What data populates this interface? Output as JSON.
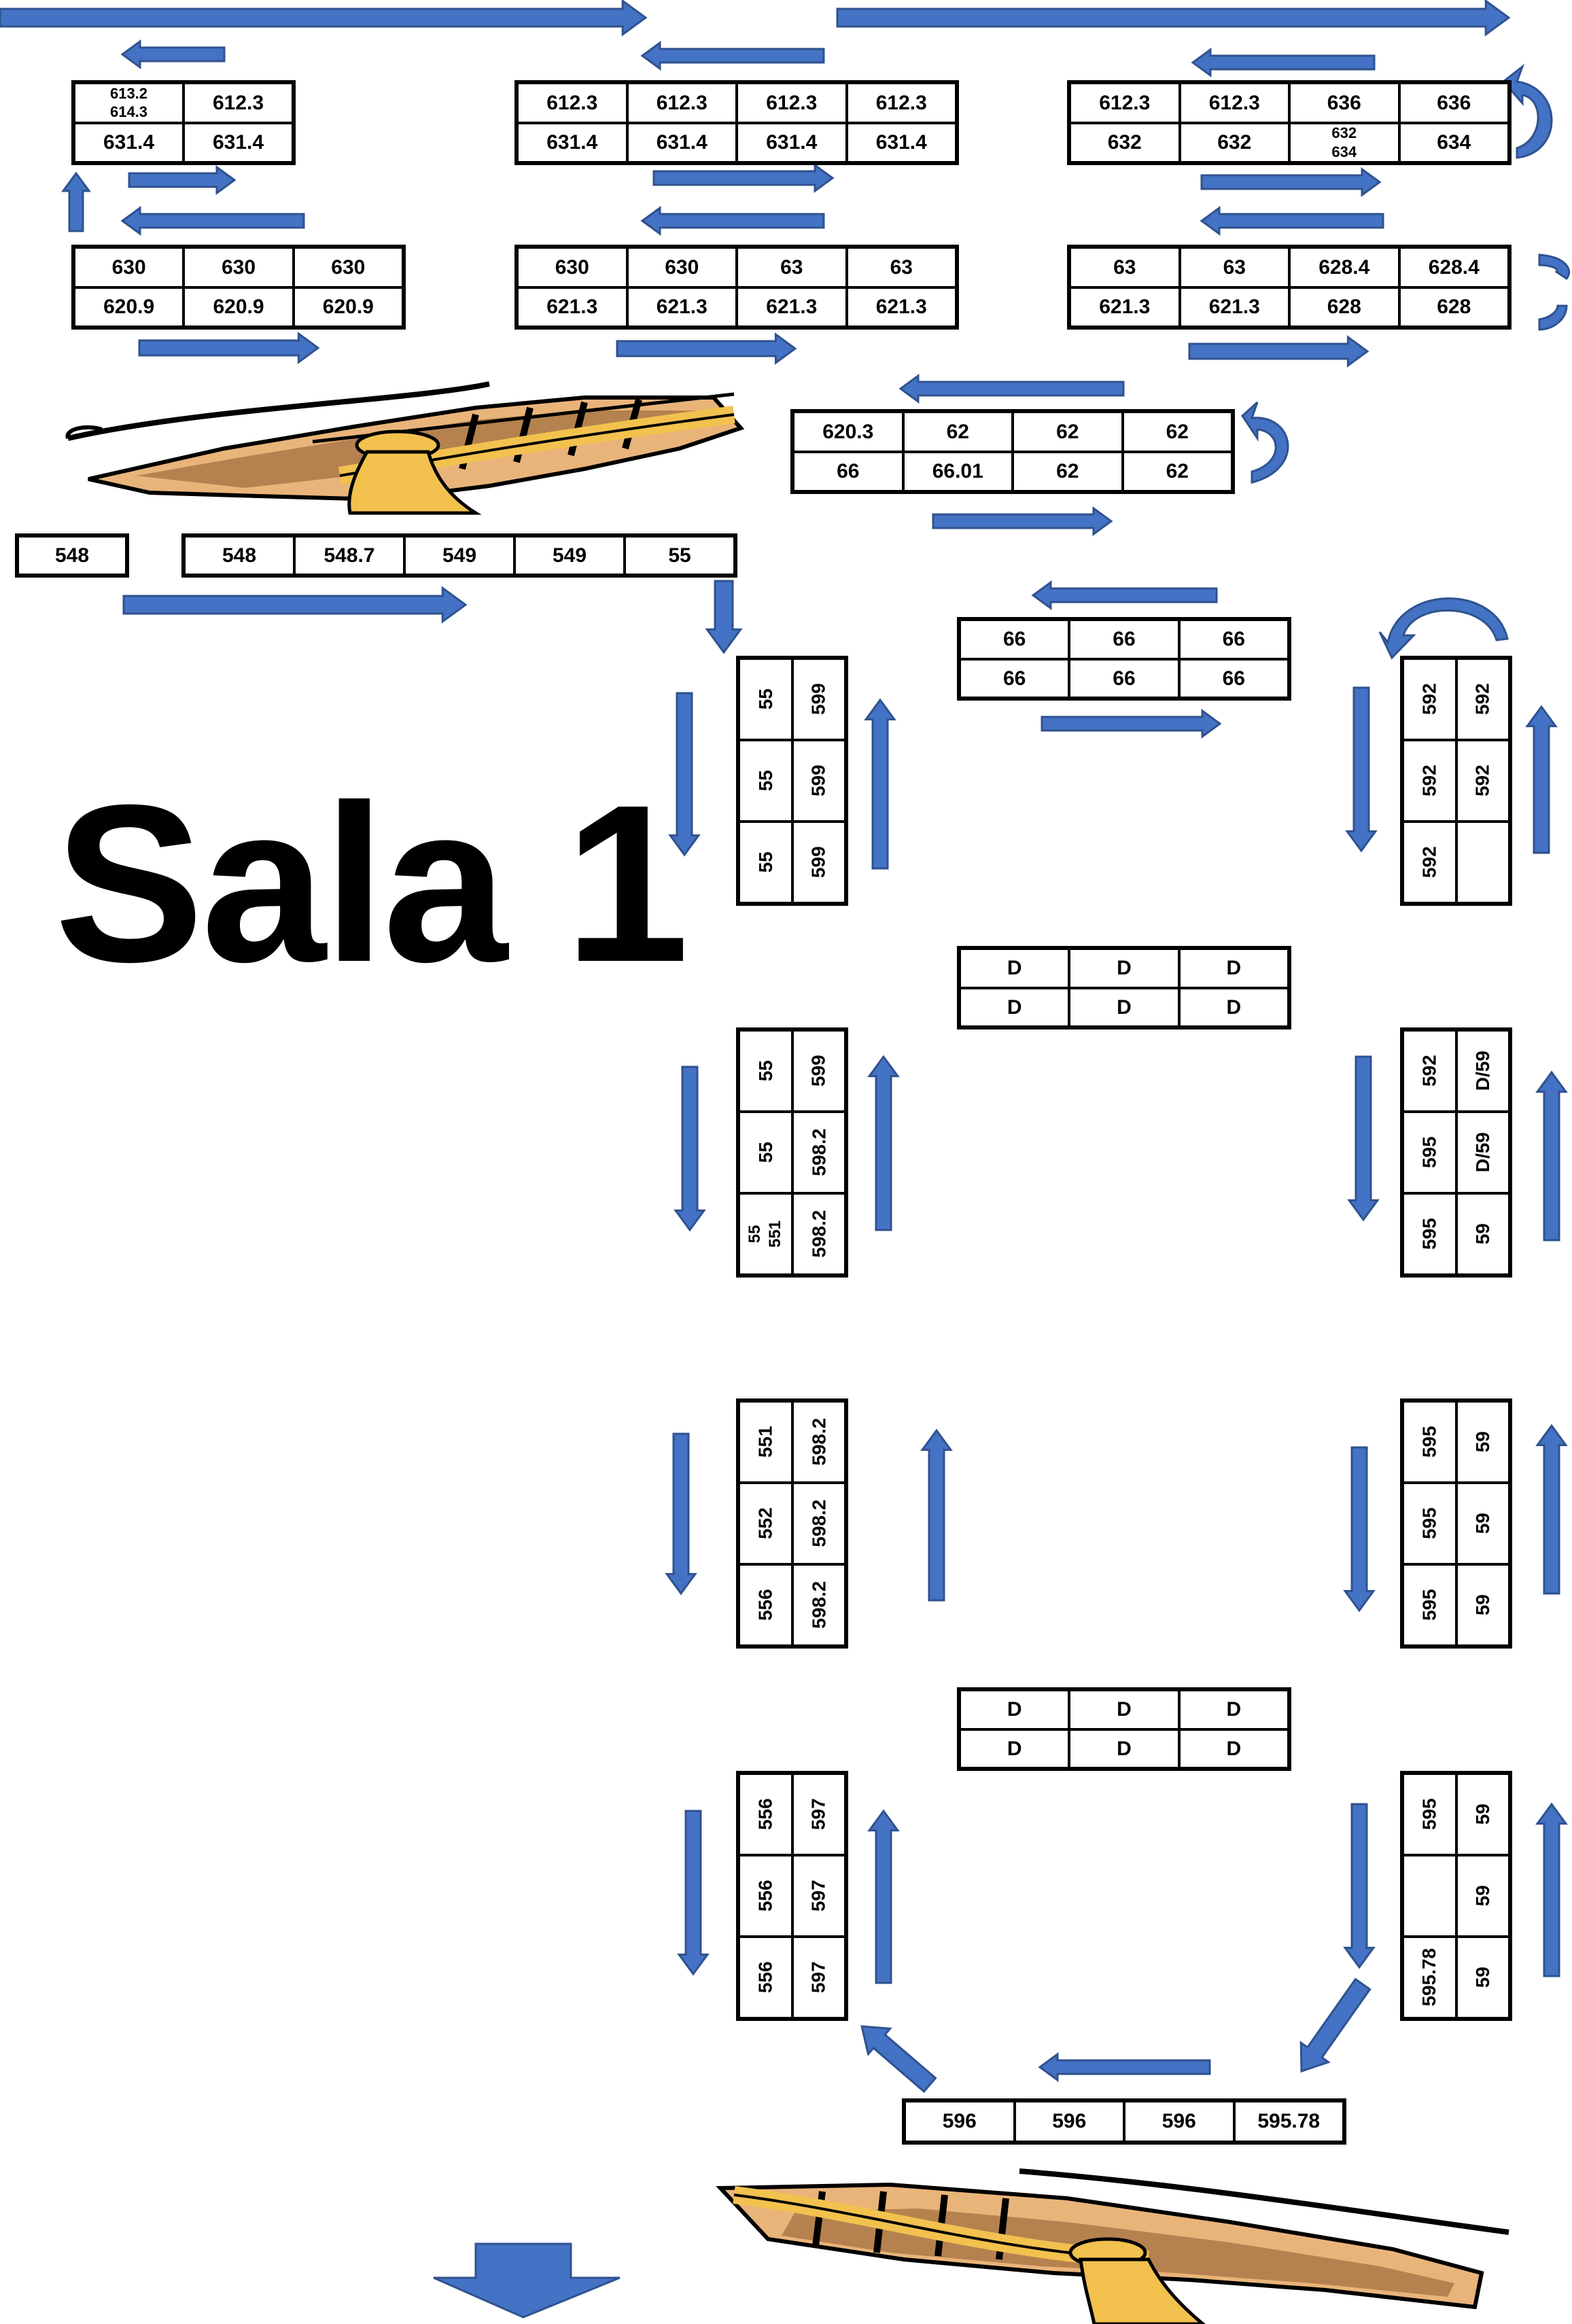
{
  "title": "Sala 1",
  "colors": {
    "arrow": "#4472C4",
    "border": "#000000",
    "wood_light": "#E9B47A",
    "wood_dark": "#8B5A2B",
    "rail": "#F2C14E"
  },
  "shelves": {
    "r1a": {
      "rows": [
        [
          "613.2|614.3",
          "612.3"
        ],
        [
          "631.4",
          "631.4"
        ]
      ]
    },
    "r1b": {
      "rows": [
        [
          "612.3",
          "612.3",
          "612.3",
          "612.3"
        ],
        [
          "631.4",
          "631.4",
          "631.4",
          "631.4"
        ]
      ]
    },
    "r1c": {
      "rows": [
        [
          "612.3",
          "612.3",
          "636",
          "636"
        ],
        [
          "632",
          "632",
          "632|634",
          "634"
        ]
      ]
    },
    "r2a": {
      "rows": [
        [
          "630",
          "630",
          "630"
        ],
        [
          "620.9",
          "620.9",
          "620.9"
        ]
      ]
    },
    "r2b": {
      "rows": [
        [
          "630",
          "630",
          "63",
          "63"
        ],
        [
          "621.3",
          "621.3",
          "621.3",
          "621.3"
        ]
      ]
    },
    "r2c": {
      "rows": [
        [
          "63",
          "63",
          "628.4",
          "628.4"
        ],
        [
          "621.3",
          "621.3",
          "628",
          "628"
        ]
      ]
    },
    "r3": {
      "rows": [
        [
          "620.3",
          "62",
          "62",
          "62"
        ],
        [
          "66",
          "66.01",
          "62",
          "62"
        ]
      ]
    },
    "r4_single": {
      "rows": [
        [
          "548"
        ]
      ]
    },
    "r4": {
      "rows": [
        [
          "548",
          "548.7",
          "549",
          "549",
          "55"
        ]
      ]
    },
    "r5": {
      "rows": [
        [
          "66",
          "66",
          "66"
        ],
        [
          "66",
          "66",
          "66"
        ]
      ]
    },
    "d1": {
      "rows": [
        [
          "D",
          "D",
          "D"
        ],
        [
          "D",
          "D",
          "D"
        ]
      ]
    },
    "d2": {
      "rows": [
        [
          "D",
          "D",
          "D"
        ],
        [
          "D",
          "D",
          "D"
        ]
      ]
    },
    "bottom": {
      "rows": [
        [
          "596",
          "596",
          "596",
          "595.78"
        ]
      ]
    },
    "vL1": {
      "rows": [
        [
          "55",
          "599"
        ],
        [
          "55",
          "599"
        ],
        [
          "55",
          "599"
        ]
      ]
    },
    "vL2": {
      "rows": [
        [
          "55",
          "599"
        ],
        [
          "55",
          "598.2"
        ],
        [
          "55|551",
          "598.2"
        ]
      ]
    },
    "vL3": {
      "rows": [
        [
          "551",
          "598.2"
        ],
        [
          "552",
          "598.2"
        ],
        [
          "556",
          "598.2"
        ]
      ]
    },
    "vL4": {
      "rows": [
        [
          "556",
          "597"
        ],
        [
          "556",
          "597"
        ],
        [
          "556",
          "597"
        ]
      ]
    },
    "vR1": {
      "rows": [
        [
          "592",
          "592"
        ],
        [
          "592",
          "592"
        ],
        [
          "592",
          ""
        ]
      ]
    },
    "vR2": {
      "rows": [
        [
          "592",
          "D/59"
        ],
        [
          "595",
          "D/59"
        ],
        [
          "595",
          "59"
        ]
      ]
    },
    "vR3": {
      "rows": [
        [
          "595",
          "59"
        ],
        [
          "595",
          "59"
        ],
        [
          "595",
          "59"
        ]
      ]
    },
    "vR4": {
      "rows": [
        [
          "595",
          "59"
        ],
        [
          "",
          "59"
        ],
        [
          "595.78",
          "59"
        ]
      ]
    }
  }
}
